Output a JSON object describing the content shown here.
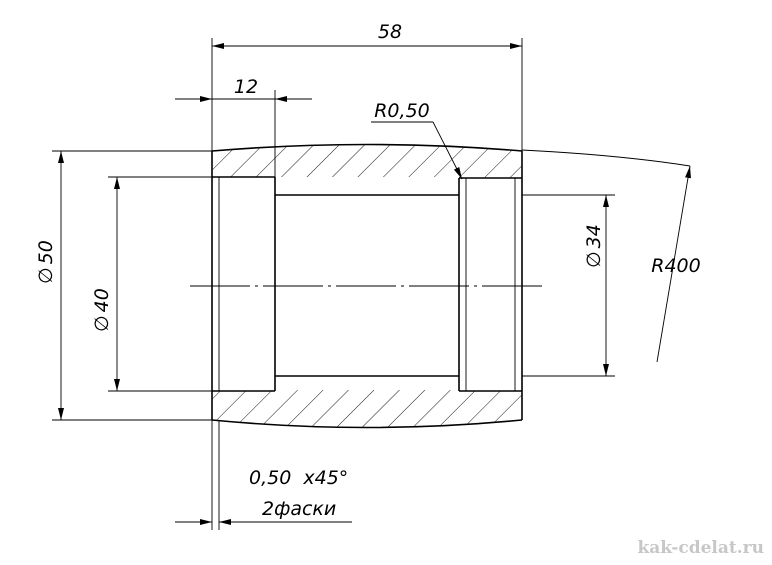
{
  "dimensions": {
    "overall_length": "58",
    "bore_depth": "12",
    "fillet_radius": "R0,50",
    "outer_diameter": "50",
    "bore_diameter": "40",
    "inner_diameter": "34",
    "crown_radius": "R400",
    "diameter_symbol": "∅",
    "chamfer": "0,50  x45°",
    "chamfer_count": "2фаски"
  },
  "watermark": "kak-cdelat.ru"
}
